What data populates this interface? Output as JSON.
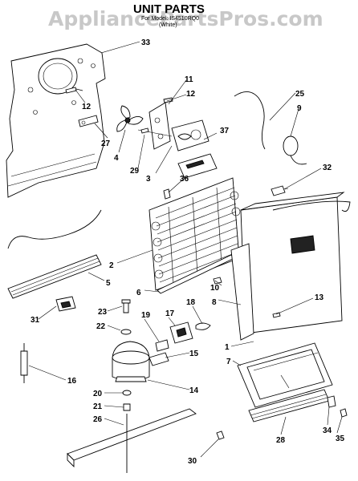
{
  "watermark": "AppliancePartsPros.com",
  "title": "UNIT PARTS",
  "subtitle_line1": "For Model: IS4510RQ0",
  "subtitle_line2": "(White)",
  "callouts": {
    "c33": "33",
    "c11": "11",
    "c12a": "12",
    "c12b": "12",
    "c27": "27",
    "c4": "4",
    "c29": "29",
    "c3": "3",
    "c37": "37",
    "c25": "25",
    "c9": "9",
    "c32": "32",
    "c36": "36",
    "c2": "2",
    "c5": "5",
    "c6": "6",
    "c10": "10",
    "c13": "13",
    "c8": "8",
    "c31": "31",
    "c23": "23",
    "c19": "19",
    "c17": "17",
    "c18": "18",
    "c22": "22",
    "c1": "1",
    "c7": "7",
    "c15": "15",
    "c16": "16",
    "c14": "14",
    "c20": "20",
    "c21": "21",
    "c26": "26",
    "c34": "34",
    "c35": "35",
    "c28": "28",
    "c30": "30"
  }
}
